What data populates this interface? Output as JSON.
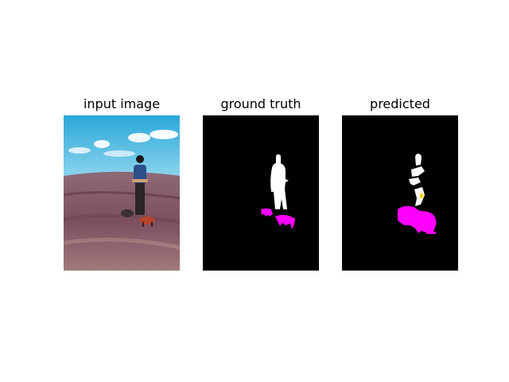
{
  "figure": {
    "panels": [
      {
        "title": "input image"
      },
      {
        "title": "ground truth"
      },
      {
        "title": "predicted"
      }
    ]
  },
  "colors": {
    "background": "#ffffff",
    "mask_background": "#000000",
    "person_class": "#ffffff",
    "animal_class": "#ff00ff",
    "misc_class": "#ffd400",
    "sky": "#3cb4e0",
    "ground": "#7a5060"
  }
}
